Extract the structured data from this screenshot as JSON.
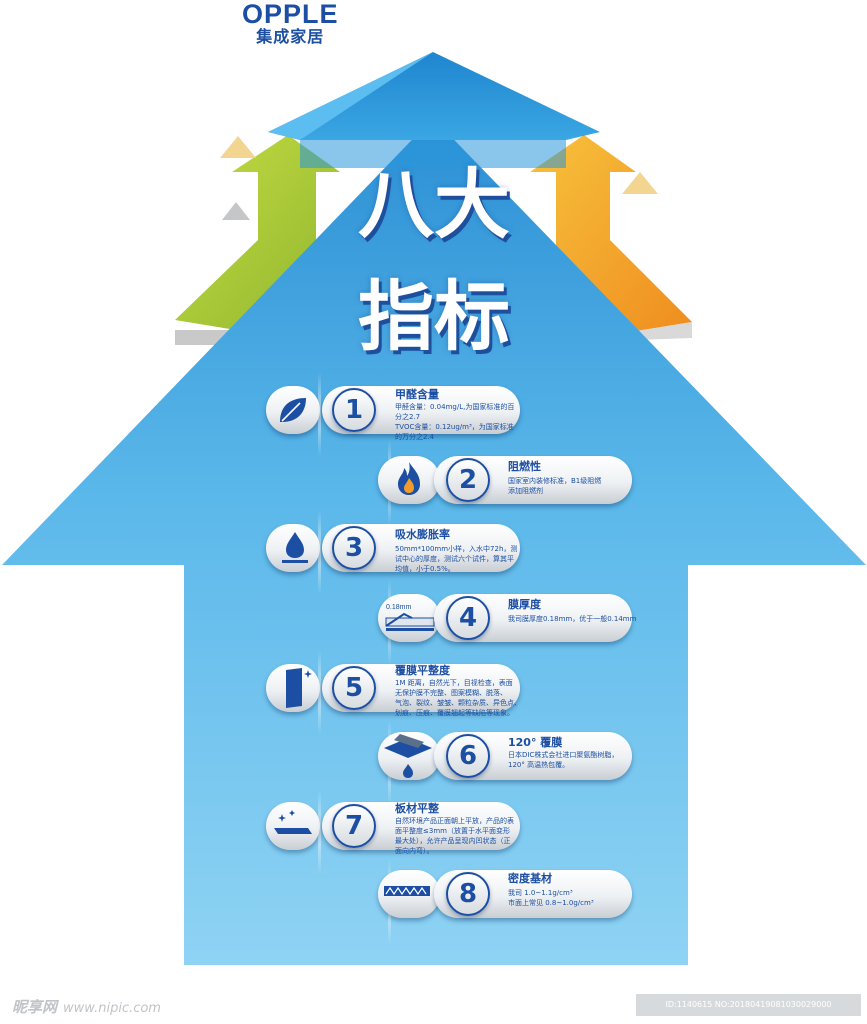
{
  "brand": {
    "name": "OPPLE",
    "sub": "集成家居"
  },
  "title": {
    "line1": "八大",
    "line2": "指标"
  },
  "items": [
    {
      "num": "1",
      "title": "甲醛含量",
      "icon": "leaf-icon",
      "desc": [
        "甲醛含量：0.04mg/L,为国家标准的百",
        "分之2.7",
        "TVOC含量：0.12ug/m³，为国家标准",
        "的万分之2.4"
      ]
    },
    {
      "num": "2",
      "title": "阻燃性",
      "icon": "flame-icon",
      "desc": [
        "国家室内装修标准，B1级阻燃",
        "添加阻燃剂"
      ]
    },
    {
      "num": "3",
      "title": "吸水膨胀率",
      "icon": "water-drop-icon",
      "desc": [
        "50mm*100mm小样，入水中72h，测",
        "试中心的厚度，测试六个试件，算其平",
        "均值，小于0.5%。"
      ]
    },
    {
      "num": "4",
      "title": "膜厚度",
      "icon": "film-thickness-icon",
      "icon_label": "0.18mm",
      "desc": [
        "我司膜厚度0.18mm，优于一般0.14mm"
      ]
    },
    {
      "num": "5",
      "title": "覆膜平整度",
      "icon": "panel-icon",
      "desc": [
        "1M 距离，自然光下，目视检查，表面",
        "无保护膜不完整、图案模糊、脱落、",
        "气泡、裂纹、皱皱、颗粒杂质、异色点、",
        "划痕、压痕、覆膜翘起等缺陷等现象。"
      ]
    },
    {
      "num": "6",
      "title": "120° 覆膜",
      "icon": "heat-lamination-icon",
      "desc": [
        "日本DIC株式会社进口聚氨酯树脂，",
        "120° 高温热包覆。"
      ]
    },
    {
      "num": "7",
      "title": "板材平整",
      "icon": "flat-board-icon",
      "desc": [
        "自然环境产品正面朝上平放，产品的表",
        "面平整度≤3mm（放置于水平面变形",
        "最大处），允许产品呈现内凹状态（正",
        "面向内弯）。"
      ]
    },
    {
      "num": "8",
      "title": "密度基材",
      "icon": "board-core-icon",
      "desc": [
        "我司 1.0~1.1g/cm³",
        "市面上常见  0.8~1.0g/cm³"
      ]
    }
  ],
  "watermark": {
    "site": "昵享网",
    "url": "www.nipic.com",
    "id_text": "ID:1140615 NO:20180419081030029000"
  },
  "colors": {
    "primary": "#1c4fa3",
    "sky": "#6fc6ef",
    "green": "#a8c83a",
    "orange": "#f2a62a"
  }
}
